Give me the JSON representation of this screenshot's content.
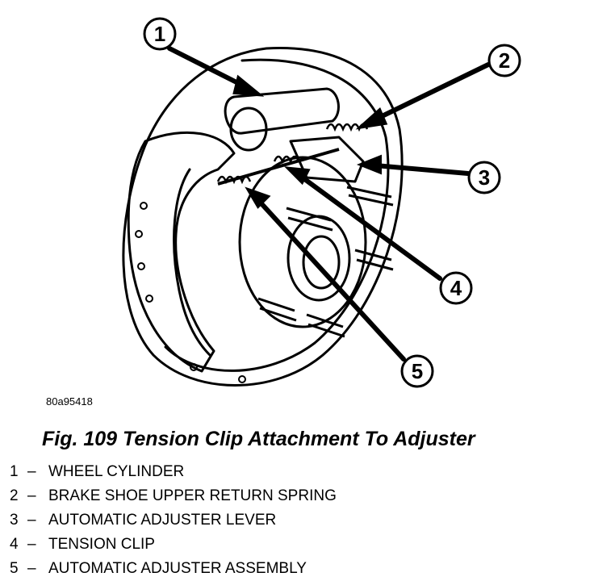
{
  "diagram": {
    "code": "80a95418",
    "callouts": [
      "1",
      "2",
      "3",
      "4",
      "5"
    ]
  },
  "caption": "Fig. 109 Tension Clip Attachment To Adjuster",
  "legend": [
    {
      "num": "1",
      "dash": "–",
      "text": "WHEEL CYLINDER"
    },
    {
      "num": "2",
      "dash": "–",
      "text": "BRAKE SHOE UPPER RETURN SPRING"
    },
    {
      "num": "3",
      "dash": "–",
      "text": "AUTOMATIC ADJUSTER LEVER"
    },
    {
      "num": "4",
      "dash": "–",
      "text": "TENSION CLIP"
    },
    {
      "num": "5",
      "dash": "–",
      "text": "AUTOMATIC ADJUSTER ASSEMBLY"
    }
  ]
}
